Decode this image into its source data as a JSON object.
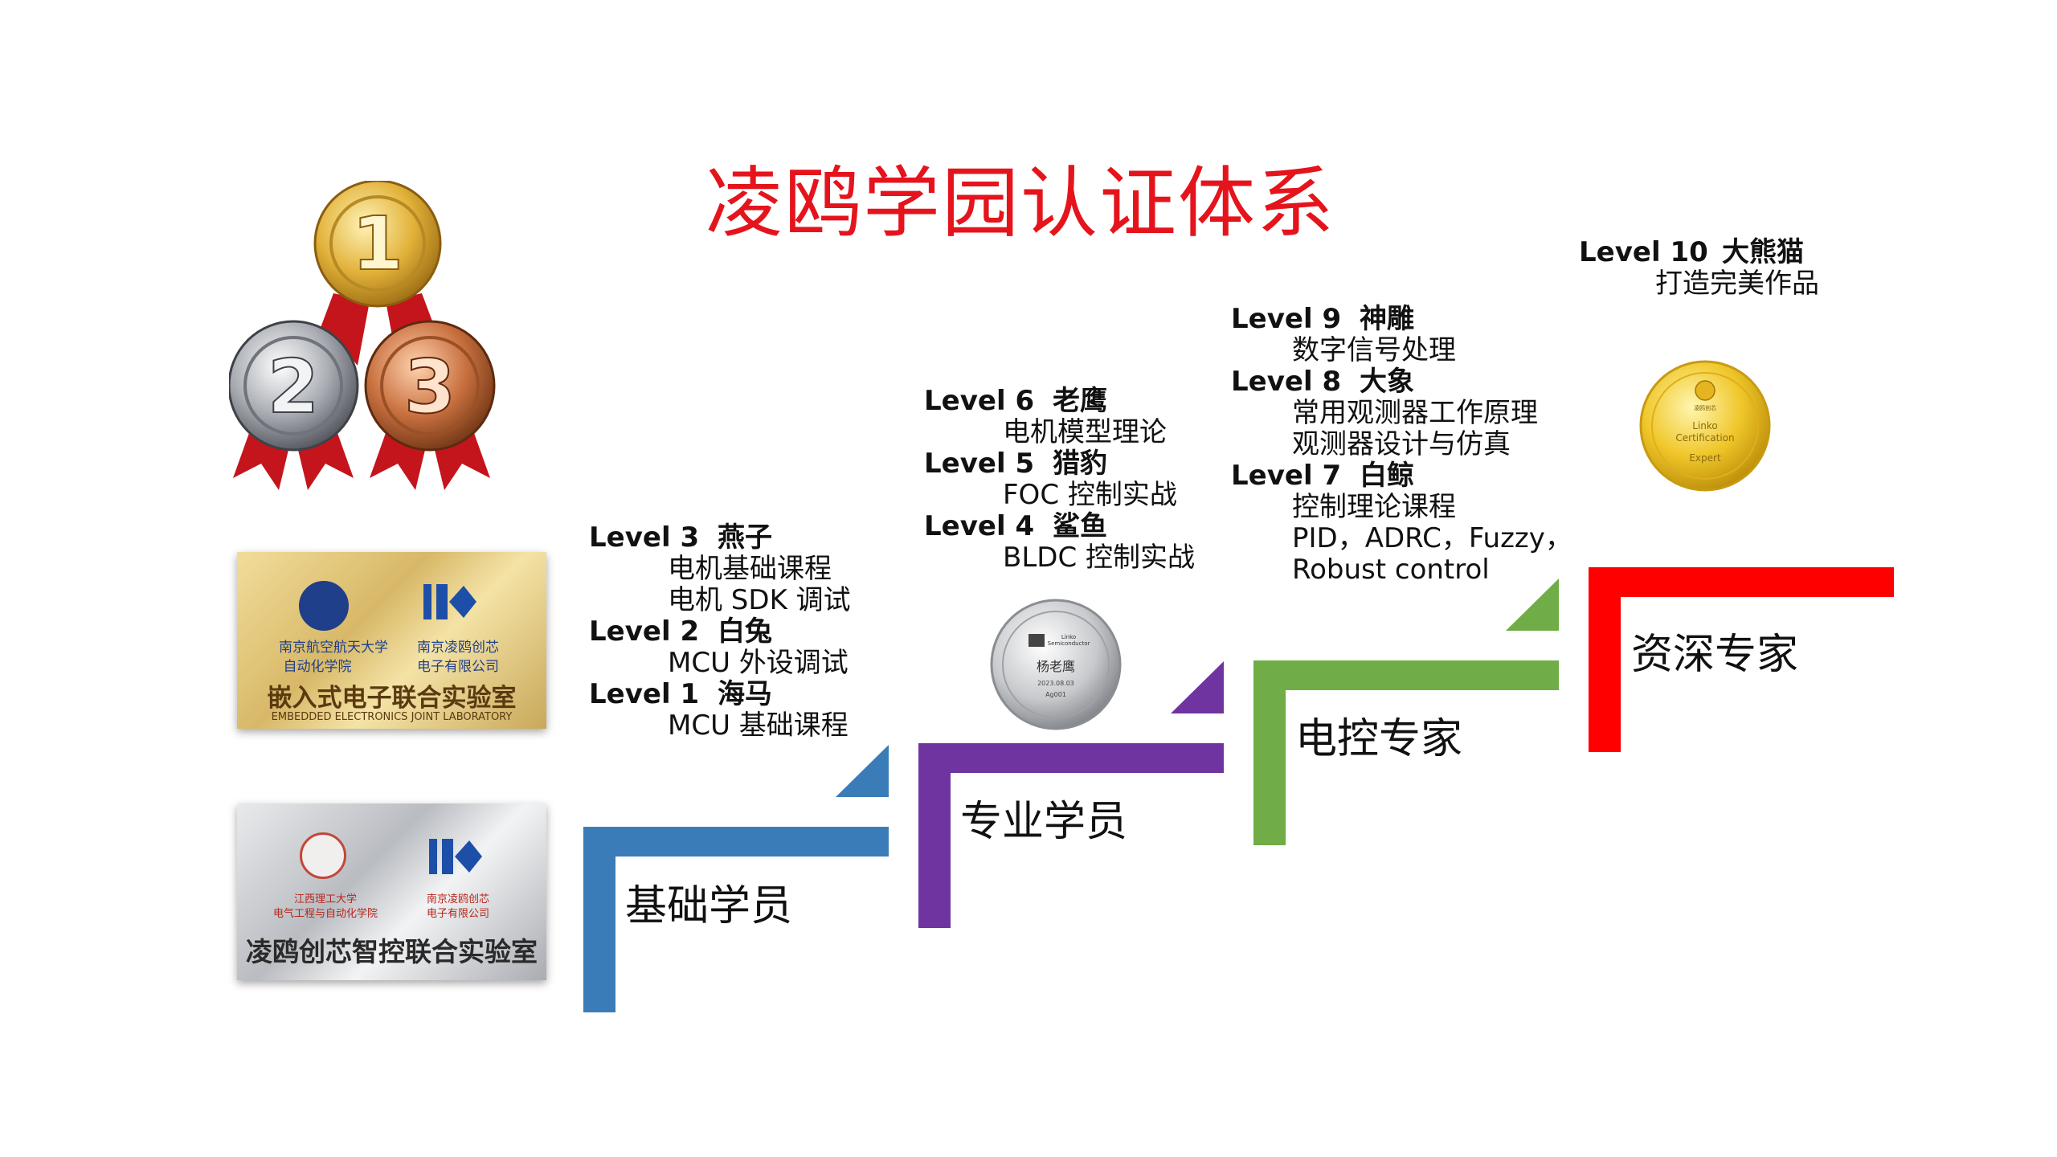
{
  "title": "凌鸥学园认证体系",
  "stages": [
    {
      "label": "基础学员",
      "color": "#3a7cb8"
    },
    {
      "label": "专业学员",
      "color": "#7034a0"
    },
    {
      "label": "电控专家",
      "color": "#70ad47"
    },
    {
      "label": "资深专家",
      "color": "#ff0000"
    }
  ],
  "levels": [
    {
      "level": "Level 3",
      "name": "燕子",
      "desc": [
        "电机基础课程",
        "电机 SDK 调试"
      ]
    },
    {
      "level": "Level 2",
      "name": "白兔",
      "desc": [
        "MCU 外设调试"
      ]
    },
    {
      "level": "Level 1",
      "name": "海马",
      "desc": [
        "MCU 基础课程"
      ]
    },
    {
      "level": "Level 6",
      "name": "老鹰",
      "desc": [
        "电机模型理论"
      ]
    },
    {
      "level": "Level 5",
      "name": "猎豹",
      "desc": [
        "FOC 控制实战"
      ]
    },
    {
      "level": "Level 4",
      "name": "鲨鱼",
      "desc": [
        "BLDC 控制实战"
      ]
    },
    {
      "level": "Level 9",
      "name": "神雕",
      "desc": [
        "数字信号处理"
      ]
    },
    {
      "level": "Level 8",
      "name": "大象",
      "desc": [
        "常用观测器工作原理",
        "观测器设计与仿真"
      ]
    },
    {
      "level": "Level 7",
      "name": "白鲸",
      "desc": [
        "控制理论课程",
        "PID，ADRC，Fuzzy，",
        "Robust control"
      ]
    },
    {
      "level": "Level 10",
      "name": "大熊猫",
      "desc": [
        "打造完美作品"
      ]
    }
  ],
  "medals": [
    {
      "number": "1",
      "color": "#e2b23a"
    },
    {
      "number": "2",
      "color": "#a8acb2"
    },
    {
      "number": "3",
      "color": "#c8703f"
    }
  ],
  "plaques": {
    "gold": {
      "left_org": [
        "南京航空航天大学",
        "自动化学院"
      ],
      "right_org": [
        "南京凌鸥创芯",
        "电子有限公司"
      ],
      "title": "嵌入式电子联合实验室",
      "subtitle": "EMBEDDED ELECTRONICS JOINT LABORATORY"
    },
    "silver": {
      "left_org": [
        "江西理工大学",
        "电气工程与自动化学院"
      ],
      "right_org": [
        "南京凌鸥创芯",
        "电子有限公司"
      ],
      "title": "凌鸥创芯智控联合实验室"
    }
  },
  "silver_badge": {
    "brand": [
      "Linko",
      "Semiconductor"
    ],
    "signature": "杨老鹰",
    "date": "2023.08.03",
    "code": "Ag001"
  },
  "gold_badge": {
    "brand": "凌鸥创芯",
    "lines": [
      "Linko",
      "Certification",
      "Expert"
    ]
  }
}
